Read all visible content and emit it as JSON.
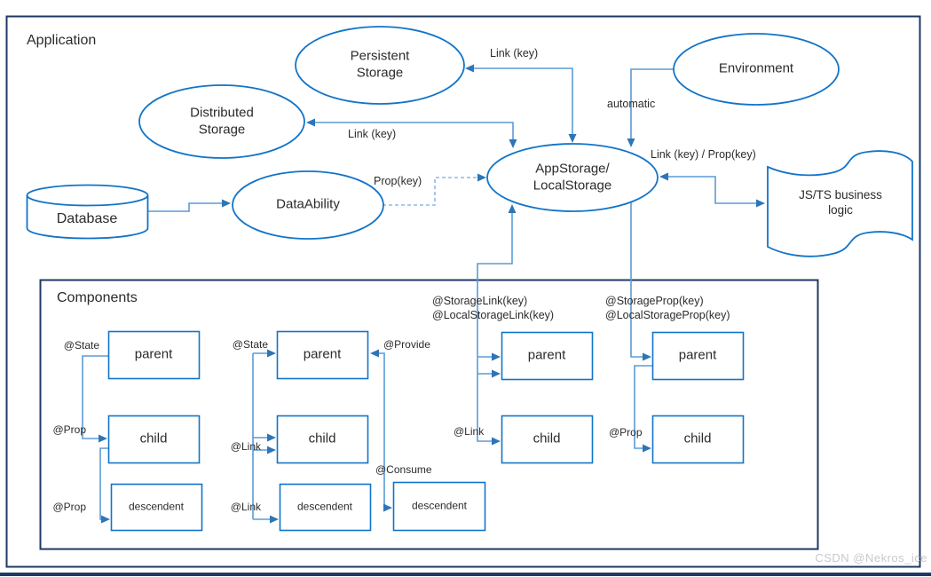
{
  "application_label": "Application",
  "components_label": "Components",
  "colors": {
    "frame_navy": "#1F3864",
    "shape_blue": "#1274C8",
    "connector_blue": "#5B9BD5",
    "arrow_blue": "#2E75B6",
    "dashed_blue": "#8FB9E5"
  },
  "nodes": {
    "database": "Database",
    "data_ability": "DataAbility",
    "distributed_storage": "Distributed\nStorage",
    "persistent_storage": "Persistent\nStorage",
    "environment": "Environment",
    "app_storage": "AppStorage/\nLocalStorage",
    "js_business": "JS/TS business logic"
  },
  "edges": {
    "persistent_link": "Link (key)",
    "distributed_link": "Link (key)",
    "dataability_prop": "Prop(key)",
    "environment_auto": "automatic",
    "js_link_prop": "Link (key) / Prop(key)"
  },
  "groups": {
    "g1": {
      "parent": "parent",
      "child": "child",
      "descendent": "descendent",
      "a_state": "@State",
      "a_prop_child": "@Prop",
      "a_prop_desc": "@Prop"
    },
    "g2": {
      "parent": "parent",
      "child": "child",
      "descendent": "descendent",
      "a_state": "@State",
      "a_link_child": "@Link",
      "a_link_desc": "@Link"
    },
    "g3": {
      "descendent": "descendent",
      "a_provide": "@Provide",
      "a_consume": "@Consume"
    },
    "g4": {
      "parent": "parent",
      "child": "child",
      "header1": "@StorageLink(key)",
      "header2": "@LocalStorageLink(key)",
      "a_link": "@Link"
    },
    "g5": {
      "parent": "parent",
      "child": "child",
      "header1": "@StorageProp(key)",
      "header2": "@LocalStorageProp(key)",
      "a_prop": "@Prop"
    }
  },
  "watermark": "CSDN @Nekros_ice"
}
